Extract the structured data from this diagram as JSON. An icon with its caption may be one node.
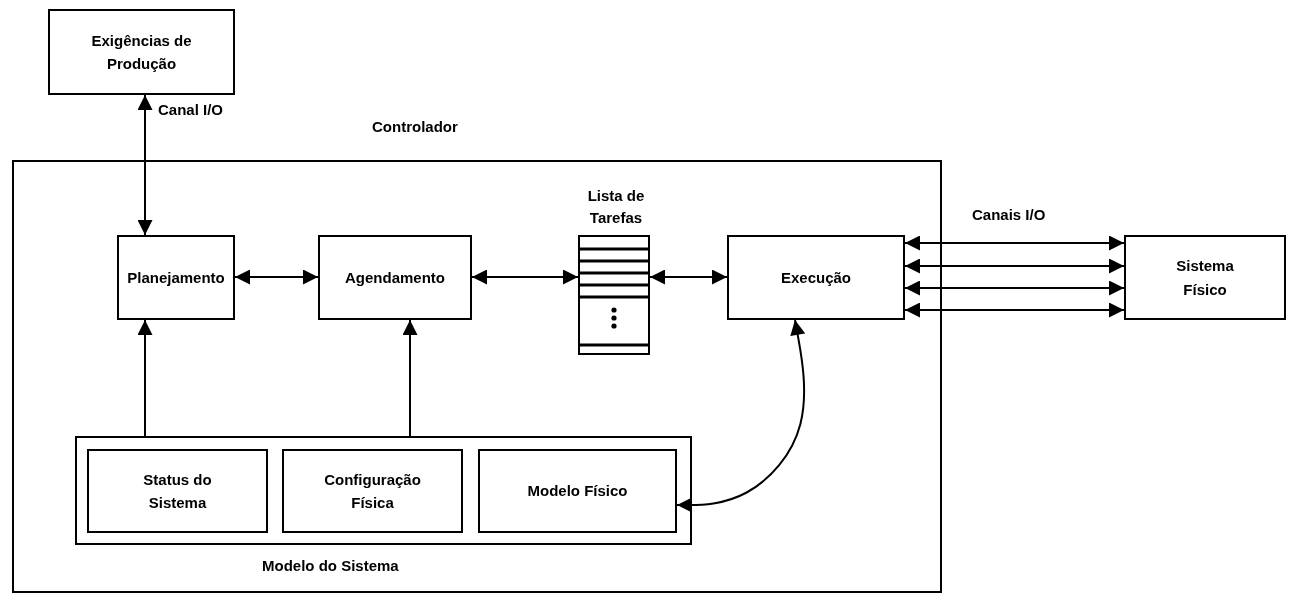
{
  "diagram": {
    "nodes": [
      {
        "text": [
          "Exigências de Produção"
        ]
      },
      {
        "text": [
          "Controlador"
        ]
      },
      {
        "text": [
          "Planejamento"
        ],
        "in": 1
      },
      {
        "text": [
          "Agendamento"
        ],
        "in": 1
      },
      {
        "text": [
          "Lista de Tarefas"
        ],
        "in": 1
      },
      {
        "text": [
          "Execução"
        ],
        "in": 1
      },
      {
        "text": [
          "Modelo do Sistema"
        ],
        "in": 1
      },
      {
        "text": [
          "Status do Sistema"
        ],
        "in": 6
      },
      {
        "text": [
          "Configuração Física"
        ],
        "in": 6
      },
      {
        "text": [
          "Modelo Físico"
        ],
        "in": 6
      },
      {
        "text": [
          "Sistema Físico"
        ]
      }
    ],
    "edges": [
      {
        "from": 0,
        "to": 2,
        "arrow": "both"
      },
      {
        "from": 2,
        "to": 3,
        "arrow": "both"
      },
      {
        "from": 3,
        "to": 4,
        "arrow": "both"
      },
      {
        "from": 4,
        "to": 5,
        "arrow": "both"
      },
      {
        "from": 5,
        "to": 10,
        "arrow": "both"
      },
      {
        "from": 5,
        "to": 10,
        "arrow": "both"
      },
      {
        "from": 5,
        "to": 10,
        "arrow": "both"
      },
      {
        "from": 5,
        "to": 10,
        "arrow": "both"
      },
      {
        "from": 6,
        "to": 2,
        "arrow": "to"
      },
      {
        "from": 6,
        "to": 3,
        "arrow": "to"
      },
      {
        "from": 9,
        "to": 5,
        "arrow": "both"
      }
    ],
    "labels": [
      "Canal I/O",
      "Canais I/O"
    ]
  }
}
